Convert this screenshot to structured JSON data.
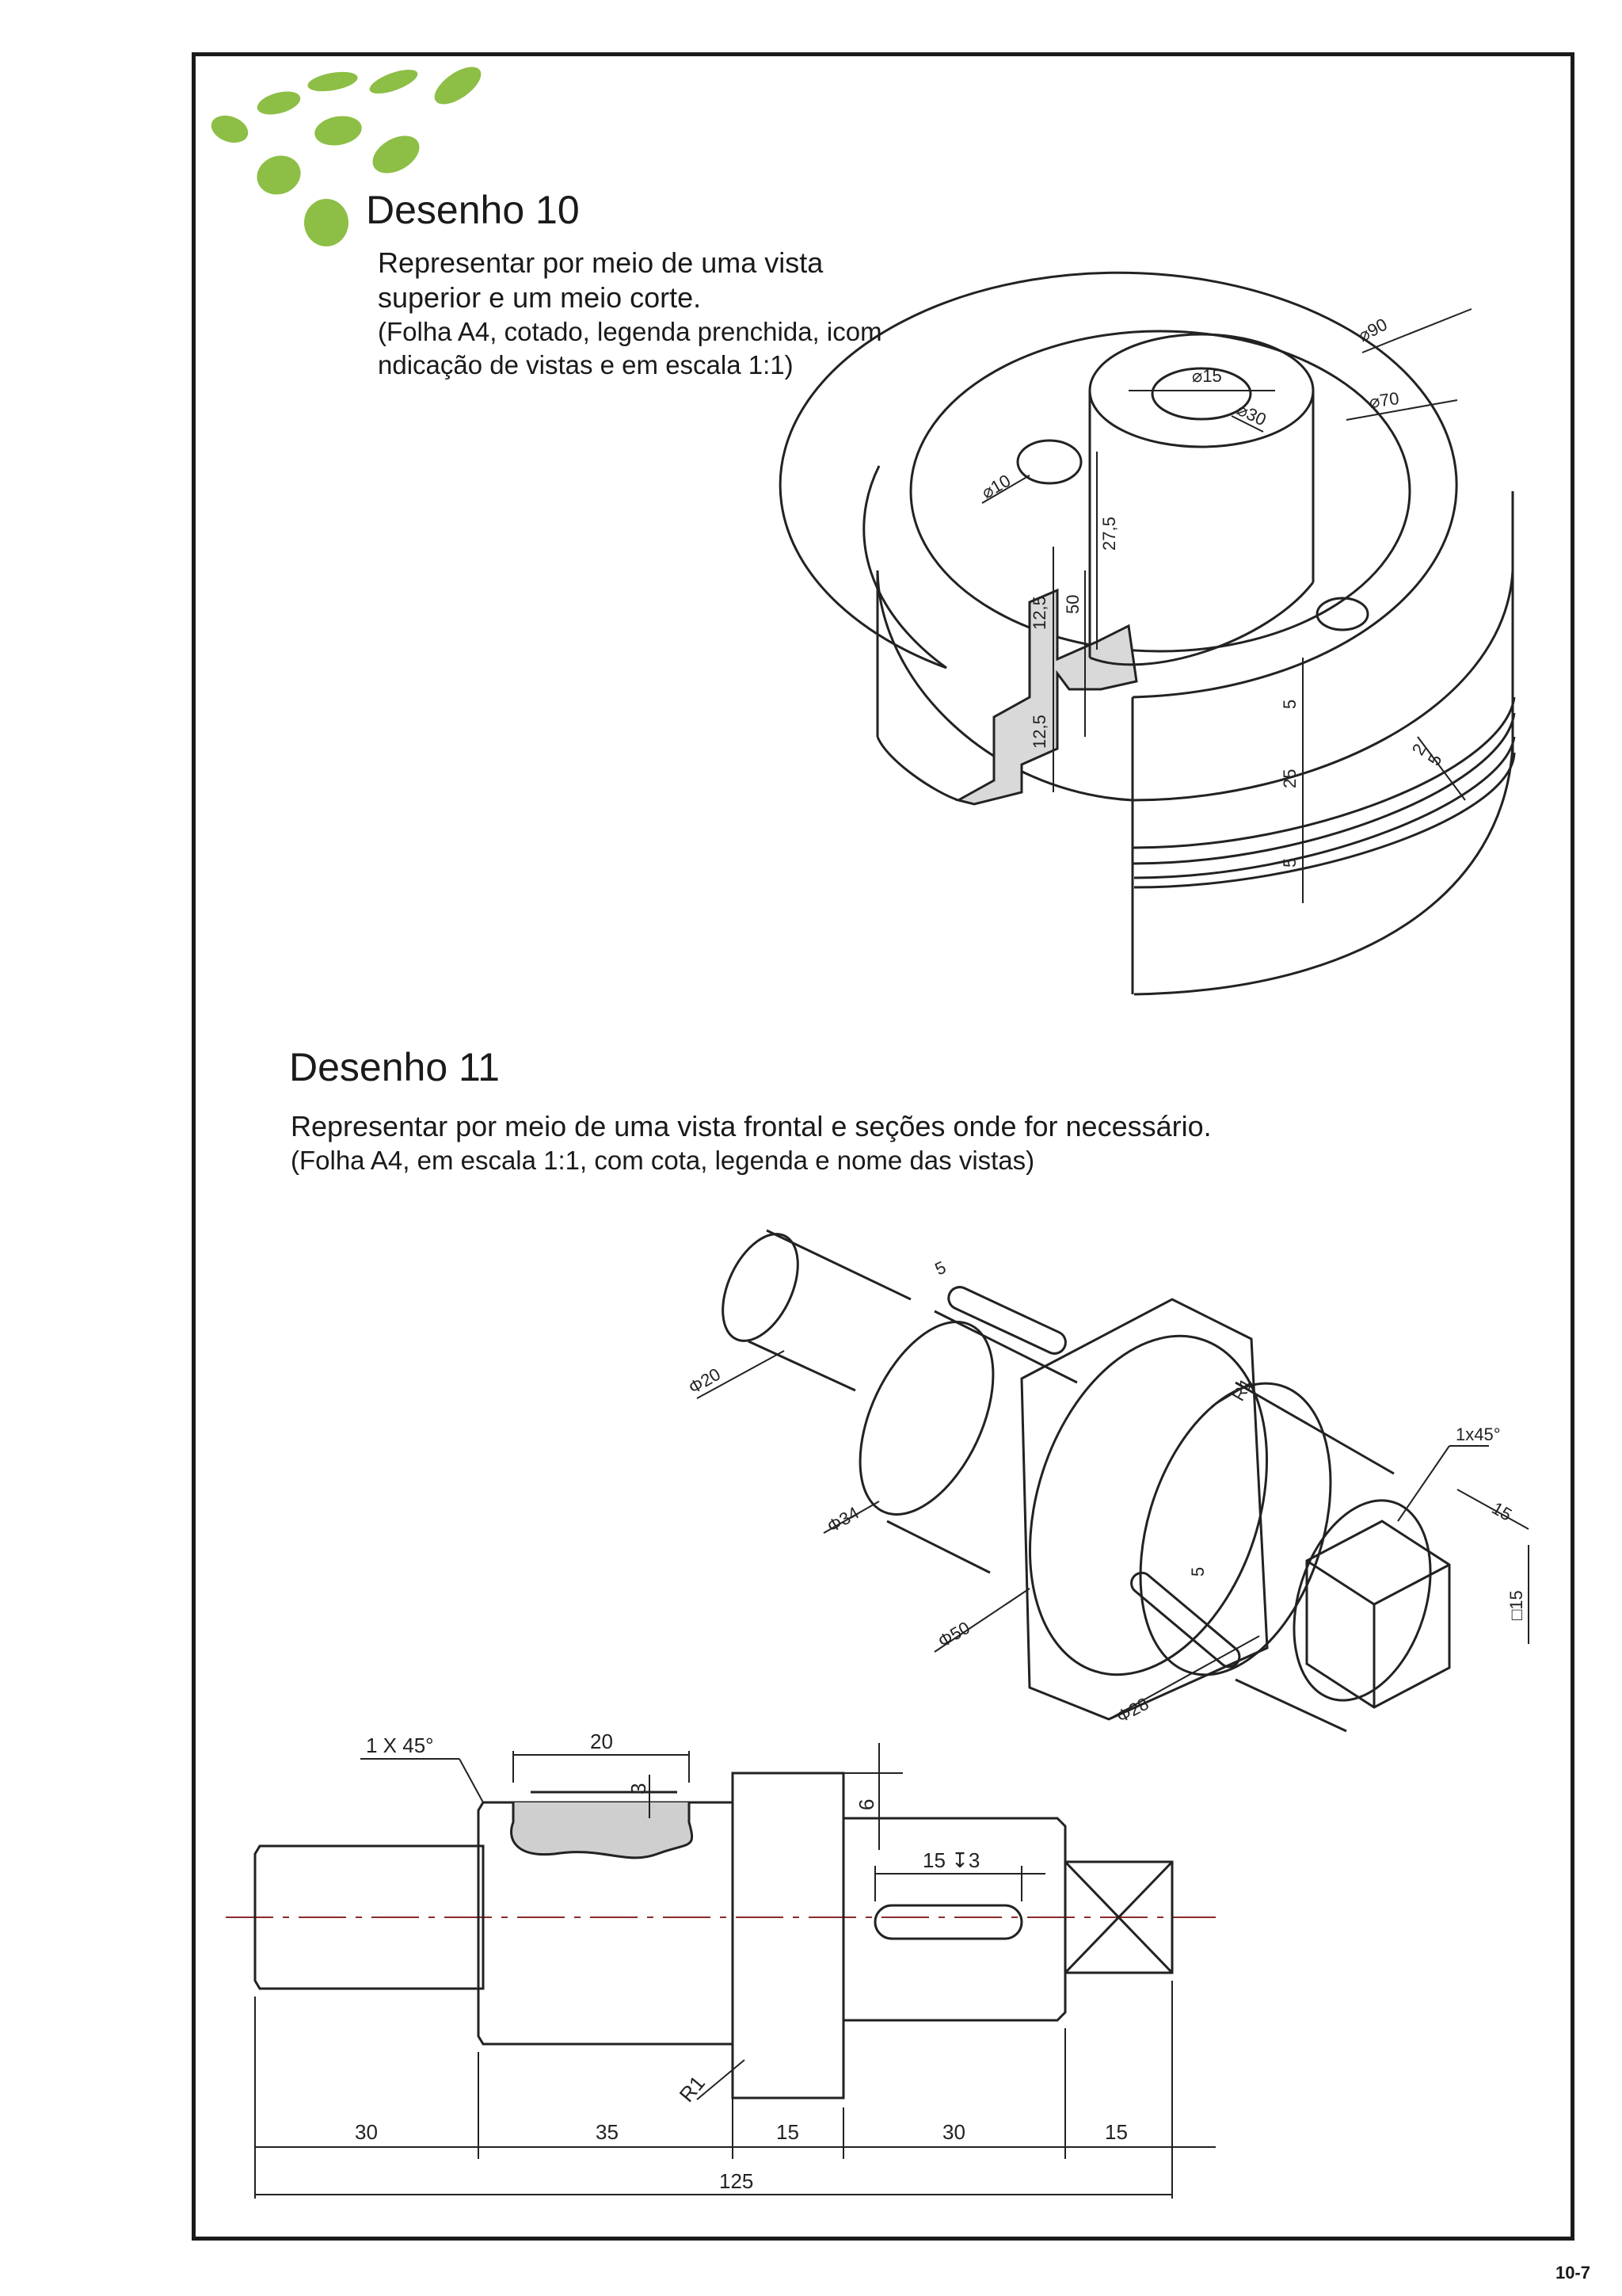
{
  "brand": {
    "dot_color": "#8dbe45"
  },
  "desenho10": {
    "title": "Desenho 10",
    "lines": [
      "Representar por meio de uma vista",
      "superior e um meio corte.",
      "(Folha A4, cotado, legenda prenchida, icom",
      "ndicação de vistas e em  escala 1:1)"
    ],
    "dims": {
      "d90": "⌀90",
      "d70": "⌀70",
      "d15": "⌀15",
      "d30": "⌀30",
      "d10": "⌀10",
      "h27_5": "27,5",
      "h50": "50",
      "h12_5a": "12,5",
      "h12_5b": "12,5",
      "h5a": "5",
      "h25": "25",
      "h5b": "5",
      "g2": "2",
      "g5": "5"
    }
  },
  "desenho11": {
    "title": "Desenho 11",
    "lines": [
      "Representar por meio de uma vista frontal e seções onde for necessário.",
      "(Folha A4, em escala 1:1, com cota, legenda e nome das vistas)"
    ],
    "iso_dims": {
      "key5a": "5",
      "d20": "Φ20",
      "r1": "R1",
      "chamfer": "1x45°",
      "len15": "15",
      "d34": "Φ34",
      "key5b": "5",
      "sq15": "□15",
      "d50": "Φ50",
      "d28": "Φ28"
    },
    "front_dims": {
      "chamfer": "1 X 45°",
      "slot20": "20",
      "depth3": "3",
      "step6": "6",
      "slot15": "15 ↧3",
      "r1": "R1",
      "seg1": "30",
      "seg2": "35",
      "seg3": "15",
      "seg4": "30",
      "seg5": "15",
      "total": "125"
    }
  },
  "page_number": "10-7"
}
